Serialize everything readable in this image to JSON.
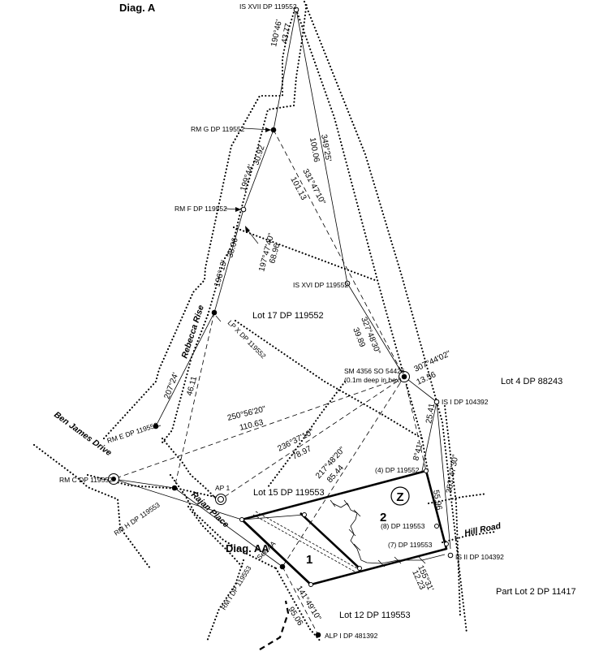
{
  "diagram_titles": {
    "main": "Diag. A",
    "inset": "Diag. AA"
  },
  "lots": {
    "lot_1": "1",
    "lot_2": "2",
    "lot_z": "Z"
  },
  "parcels": {
    "lot17": "Lot 17 DP 119552",
    "lot4": "Lot 4 DP 88243",
    "lot15": "Lot 15 DP 119553",
    "part_lot2": "Part Lot 2 DP 11417",
    "lot12": "Lot 12 DP 119553"
  },
  "roads": {
    "ben_james": "Ben James Drive",
    "rebecca": "Rebecca Rise",
    "rajan": "Rajan Place",
    "hill": "Hill Road"
  },
  "marks": {
    "is_xvii": "IS XVII DP 119552",
    "rm_g": "RM G DP 119552",
    "rm_f": "RM F DP 119552",
    "is_xvi": "IS XVI DP 119552",
    "lp_x": "LP X DP 119552",
    "sm": "SM 4356 SO 54426",
    "sm_note": "(0.1m deep in box)",
    "is_i": "IS I DP 104392",
    "rm_e": "RM E DP 119552",
    "rm_c": "RM C DP 119552",
    "rm_h": "RM H DP 119553",
    "ap1": "AP 1",
    "pt4": "(4) DP 119552",
    "pt8": "(8) DP 119553",
    "pt7": "(7) DP 119553",
    "is_ii": "IS II DP 104392",
    "see_aa": "See AA",
    "rm_i": "RM I DP 119553",
    "alp_i": "ALP I DP 481392"
  },
  "measurements": {
    "m1_bearing": "190°46'",
    "m1_dist": "43.77",
    "m2_bearing": "349°25'",
    "m2_dist": "100.06",
    "m3_bearing": "331°47'10\"",
    "m3_dist": "101.13",
    "m4_bearing": "199°44'",
    "m4_dist": "30.92",
    "m5_bearing": "197°47'40\"",
    "m5_dist": "68.96",
    "m6_bearing": "196°13'",
    "m6_dist": "38.06",
    "m7_bearing": "327°48'30\"",
    "m7_dist": "39.89",
    "m8_bearing": "207°24'",
    "m8_dist": "46.11",
    "m9_bearing": "307°44'02\"",
    "m9_dist": "13.56",
    "m10_bearing": "250°56'20\"",
    "m10_dist": "110.63",
    "m11_bearing": "236°37'10\"",
    "m11_dist": "78.97",
    "m12_bearing": "217°48'20\"",
    "m12_dist": "85.44",
    "m13_bearing": "8°41'",
    "m13_dist": "25.41",
    "m14_bearing": "353°47'30\"",
    "m14_dist": "55.96",
    "m15_bearing": "155°31'",
    "m15_dist": "12.23",
    "m16_bearing": "141°49'10\"",
    "m16_dist": "95.06"
  }
}
